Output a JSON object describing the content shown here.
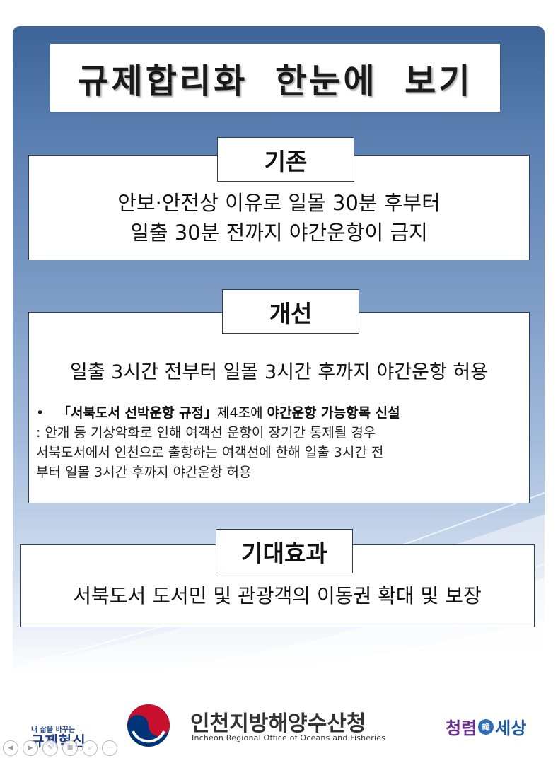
{
  "title": "규제합리화 한눈에 보기",
  "existing": {
    "tag": "기존",
    "line1_prefix": "안보·안전상 이유로 ",
    "line1_highlight": "일몰 30분 후부터",
    "line2": "일출 30분 전까지 야간운항이 금지"
  },
  "improvement": {
    "tag": "개선",
    "headline": "일출 3시간 전부터 일몰 3시간 후까지 야간운항 허용",
    "bullet_bold1": "「서북도서 선박운항 규정」",
    "bullet_normal": "제4조에 ",
    "bullet_bold2": "야간운항 가능항목 신설",
    "detail_lines": [
      ": 안개 등 기상악화로 인해 여객선 운항이 장기간 통제될 경우",
      "서북도서에서 인천으로 출항하는 여객선에 한해 일출 3시간 전",
      "부터 일몰 3시간 후까지 야간운항 허용"
    ]
  },
  "effect": {
    "tag": "기대효과",
    "text": "서북도서 도서민 및 관광객의 이동권 확대 및 보장"
  },
  "footer": {
    "slogan_top": "내 삶을 바꾸는",
    "slogan_main": "규제혁신",
    "org_name_ko": "인천지방해양수산청",
    "org_name_en": "Incheon Regional Office of Oceans and Fisheries",
    "clean_left": "청렴",
    "clean_mid": "韓",
    "clean_right": "세상"
  },
  "nav_icons": [
    "prev-icon",
    "next-icon",
    "pen-icon",
    "slides-icon",
    "zoom-icon",
    "more-icon"
  ],
  "colors": {
    "border": "#2e3f55",
    "footer_text": "#333333",
    "taegeuk_red": "#c8102e",
    "taegeuk_blue": "#003478",
    "clean_purple": "#6a2c91"
  }
}
